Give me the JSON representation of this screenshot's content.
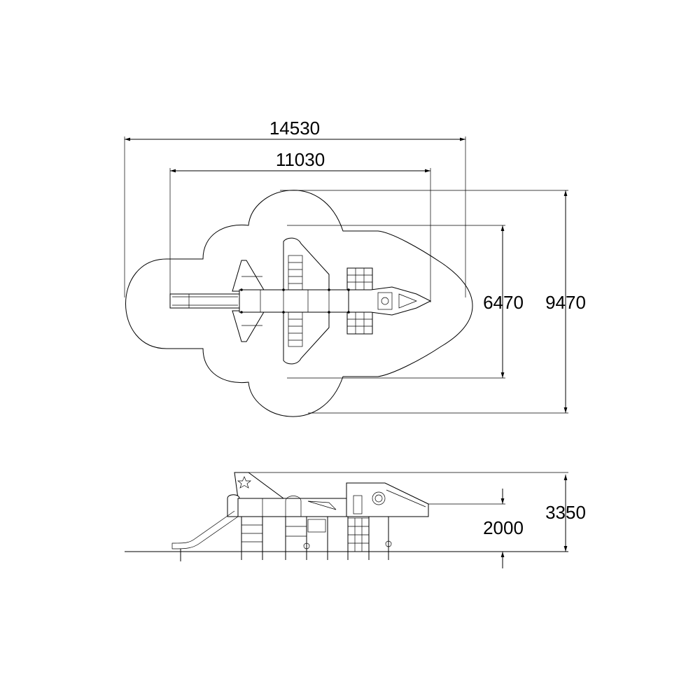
{
  "dimensions": {
    "overall_length": "14530",
    "structure_length": "11030",
    "structure_width": "6470",
    "overall_width": "9470",
    "overall_height": "3350",
    "platform_height": "2000"
  }
}
